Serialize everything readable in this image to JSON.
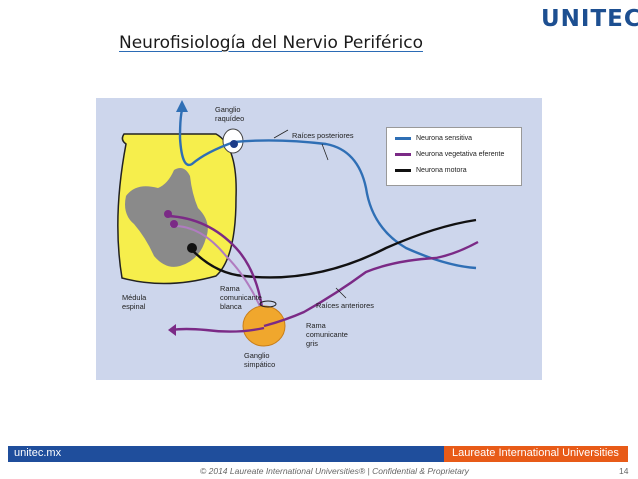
{
  "header": {
    "logo_text": "UNITEC",
    "logo_mark": "®",
    "title": "Neurofisiología del Nervio Periférico"
  },
  "diagram": {
    "labels": {
      "ganglio_raquideo": "Ganglio\nraquídeo",
      "raices_posteriores": "Raíces posteriores",
      "medula_espinal": "Médula\nespinal",
      "rama_comunicante_blanca": "Rama\ncomunicante\nblanca",
      "raices_anteriores": "Raíces anteriores",
      "rama_comunicante_gris": "Rama\ncomunicante\ngris",
      "ganglio_simpatico": "Ganglio\nsimpático"
    },
    "legend": [
      {
        "label": "Neurona sensitiva",
        "color": "#2f6fb5"
      },
      {
        "label": "Neurona vegetativa eferente",
        "color": "#7b2a86"
      },
      {
        "label": "Neurona motora",
        "color": "#111111"
      }
    ]
  },
  "footer": {
    "url": "unitec.mx",
    "brand": "Laureate International Universities",
    "copyright": "© 2014 Laureate International Universities® | Confidential & Proprietary",
    "page": "14"
  }
}
